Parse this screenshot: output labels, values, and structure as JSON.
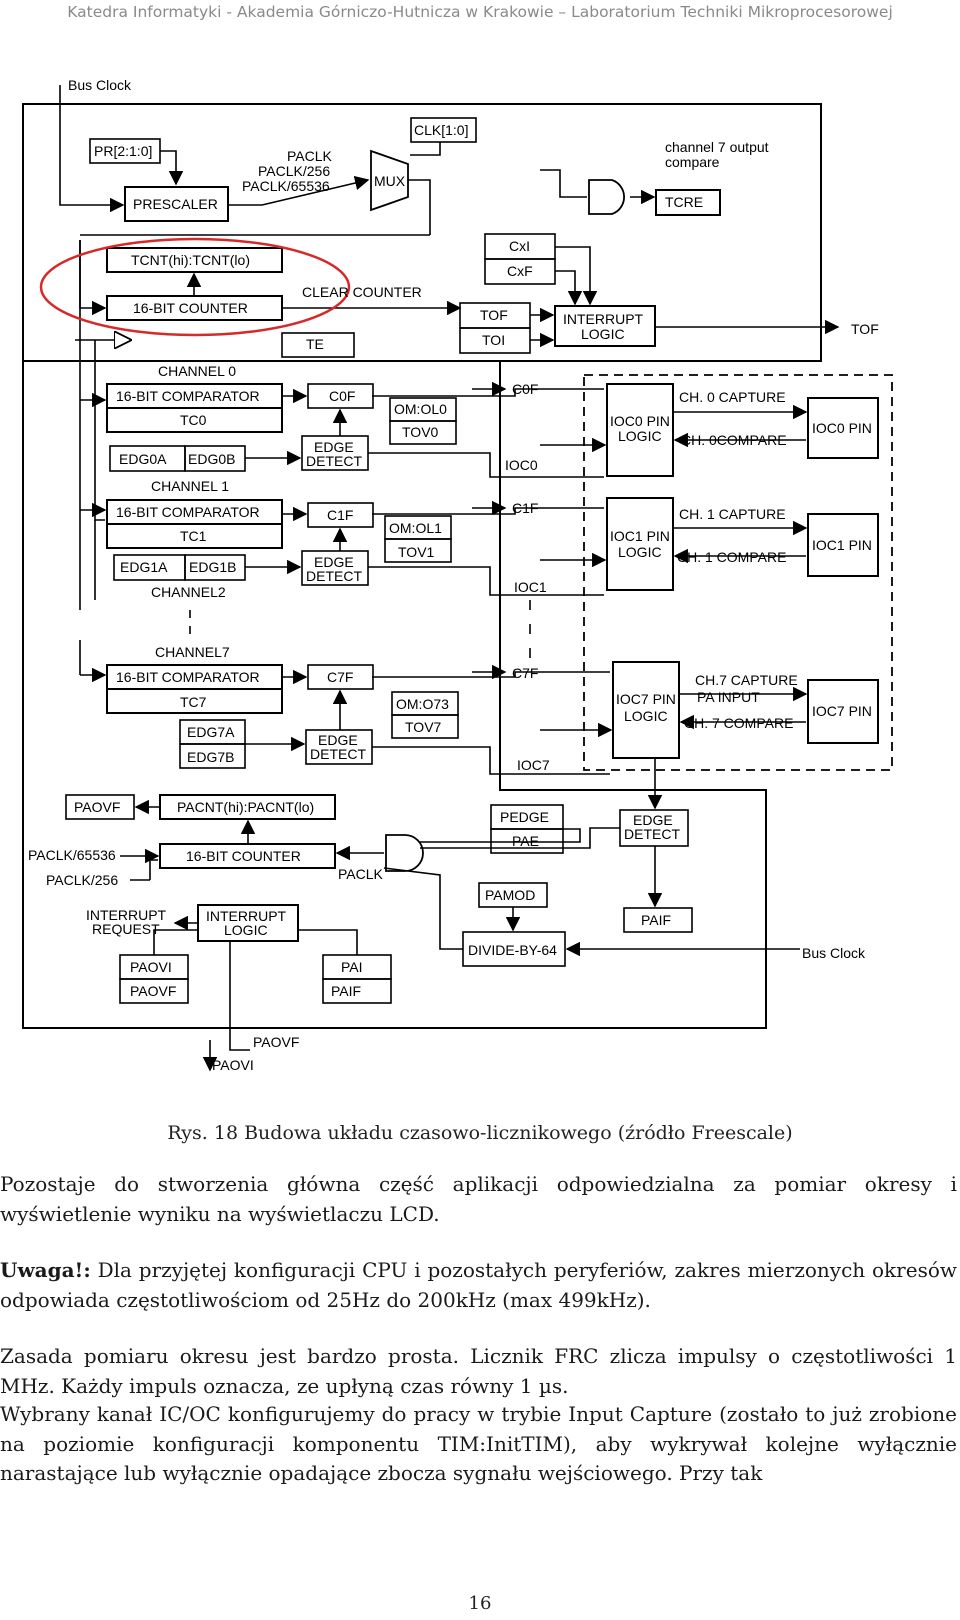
{
  "header": "Katedra Informatyki - Akademia Górniczo-Hutnicza w Krakowie – Laboratorium Techniki Mikroprocesorowej",
  "diagram": {
    "labels": {
      "bus_clock_top": "Bus Clock",
      "pr": "PR[2:1:0]",
      "clk": "CLK[1:0]",
      "paclk": "PACLK",
      "paclk256": "PACLK/256",
      "paclk65536": "PACLK/65536",
      "mux": "MUX",
      "prescaler": "PRESCALER",
      "ch7_output_compare_1": "channel 7 output",
      "ch7_output_compare_2": "compare",
      "tcre": "TCRE",
      "cxi": "CxI",
      "cxf": "CxF",
      "tcnt": "TCNT(hi):TCNT(lo)",
      "clear_counter": "CLEAR COUNTER",
      "counter16": "16-BIT COUNTER",
      "tof": "TOF",
      "toi": "TOI",
      "interrupt_logic_1": "INTERRUPT",
      "interrupt_logic_2": "LOGIC",
      "tof_out": "TOF",
      "te": "TE",
      "channel0": "CHANNEL 0",
      "comparator0": "16-BIT COMPARATOR",
      "c0f": "C0F",
      "c0f_line": "C0F",
      "tc0": "TC0",
      "om_ol0": "OM:OL0",
      "tov0": "TOV0",
      "edg0a": "EDG0A",
      "edg0b": "EDG0B",
      "edge_detect": "EDGE",
      "edge_detect_2": "DETECT",
      "ioc0": "IOC0",
      "ioc0_pin_logic_1": "IOC0 PIN",
      "ioc0_pin_logic_2": "LOGIC",
      "ch0_capture": "CH. 0 CAPTURE",
      "ch0_compare": "CH. 0COMPARE",
      "ioc0_pin": "IOC0 PIN",
      "channel1": "CHANNEL 1",
      "comparator1": "16-BIT COMPARATOR",
      "c1f": "C1F",
      "c1f_line": "C1F",
      "tc1": "TC1",
      "om_ol1": "OM:OL1",
      "tov1": "TOV1",
      "edg1a": "EDG1A",
      "edg1b": "EDG1B",
      "ioc1": "IOC1",
      "ioc1_pin_logic_1": "IOC1 PIN",
      "ioc1_pin_logic_2": "LOGIC",
      "ch1_capture": "CH. 1 CAPTURE",
      "ch1_compare": "CH. 1 COMPARE",
      "ioc1_pin": "IOC1 PIN",
      "channel2": "CHANNEL2",
      "channel7": "CHANNEL7",
      "comparator7": "16-BIT COMPARATOR",
      "c7f": "C7F",
      "c7f_line": "C7F",
      "tc7": "TC7",
      "om_o73": "OM:O73",
      "tov7": "TOV7",
      "edg7a": "EDG7A",
      "edg7b": "EDG7B",
      "ioc7": "IOC7",
      "ioc7_pin_logic_1": "IOC7 PIN",
      "ioc7_pin_logic_2": "LOGIC",
      "ch7_capture": "CH.7 CAPTURE",
      "pa_input": "PA INPUT",
      "ch7_compare": "CH. 7 COMPARE",
      "ioc7_pin": "IOC7 PIN",
      "paovf_box": "PAOVF",
      "pacnt": "PACNT(hi):PACNT(lo)",
      "paclk65536_b": "PACLK/65536",
      "paclk256_b": "PACLK/256",
      "counter16_b": "16-BIT COUNTER",
      "paclk_b": "PACLK",
      "pedge": "PEDGE",
      "pae": "PAE",
      "edge_detect_b1": "EDGE",
      "edge_detect_b2": "DETECT",
      "pamod": "PAMOD",
      "paif_box": "PAIF",
      "int_request_1": "INTERRUPT",
      "int_request_2": "REQUEST",
      "int_logic_b1": "INTERRUPT",
      "int_logic_b2": "LOGIC",
      "divide64": "DIVIDE-BY-64",
      "bus_clock_bottom": "Bus Clock",
      "paovi": "PAOVI",
      "paovf2": "PAOVF",
      "pai": "PAI",
      "paif": "PAIF",
      "paovf_out": "PAOVF",
      "paovi_out": "PAOVI"
    }
  },
  "caption": "Rys. 18 Budowa układu czasowo-licznikowego (źródło Freescale)",
  "paragraphs": {
    "p1": "Pozostaje do stworzenia główna część aplikacji odpowiedzialna za pomiar okresy i wyświetlenie wyniku na wyświetlaczu LCD.",
    "p2_bold": "Uwaga!:",
    "p2_rest": " Dla przyjętej konfiguracji CPU i pozostałych peryferiów, zakres mierzonych okresów odpowiada częstotliwościom od 25Hz do 200kHz (max 499kHz).",
    "p3": "Zasada pomiaru okresu jest bardzo prosta. Licznik FRC zlicza impulsy o częstotliwości 1 MHz. Każdy impuls oznacza, ze upłyną czas równy 1 µs.",
    "p4": "Wybrany kanał IC/OC konfigurujemy do pracy w trybie Input Capture (zostało to już zrobione na poziomie konfiguracji komponentu TIM:InitTIM), aby wykrywał kolejne wyłącznie narastające lub wyłącznie opadające zbocza sygnału wejściowego. Przy tak"
  },
  "page_number": "16"
}
